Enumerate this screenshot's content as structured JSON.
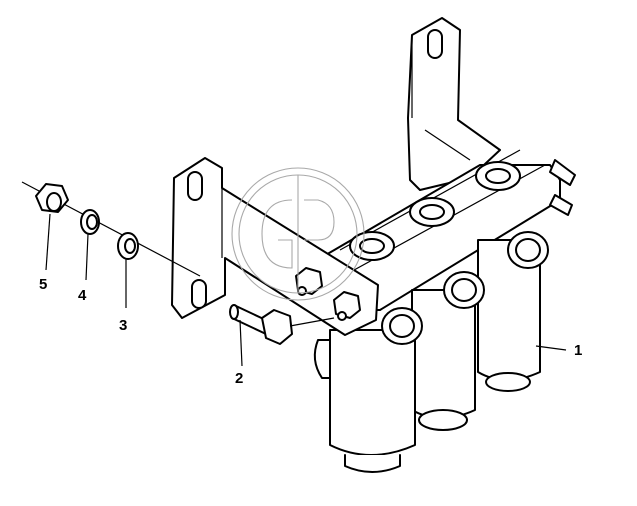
{
  "callouts": {
    "c1": "1",
    "c2": "2",
    "c3": "3",
    "c4": "4",
    "c5": "5"
  },
  "parts": [
    {
      "callout": "1",
      "name": "valve-block"
    },
    {
      "callout": "2",
      "name": "bolt"
    },
    {
      "callout": "3",
      "name": "flat-washer"
    },
    {
      "callout": "4",
      "name": "lock-washer"
    },
    {
      "callout": "5",
      "name": "hex-nut"
    }
  ],
  "colors": {
    "line": "#000000",
    "background": "#ffffff",
    "watermark": "#a9a9a9"
  }
}
